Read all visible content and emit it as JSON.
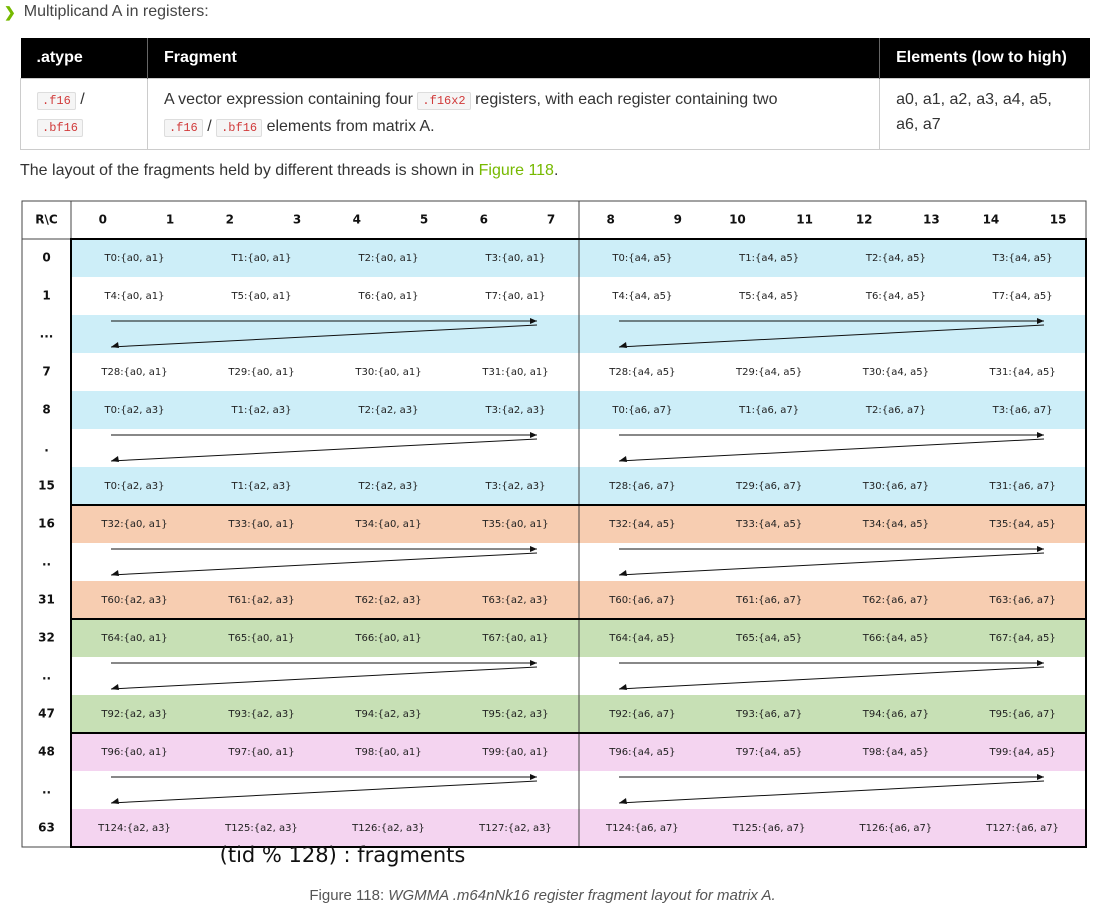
{
  "intro": {
    "chevron": "chevron-right-icon",
    "text": "Multiplicand A in registers:"
  },
  "type_table": {
    "headers": [
      ".atype",
      "Fragment",
      "Elements (low to high)"
    ],
    "row": {
      "atype_a": ".f16",
      "atype_sep": "/",
      "atype_b": ".bf16",
      "frag_1": "A vector expression containing four",
      "frag_code": ".f16x2",
      "frag_2": "registers, with each register containing two",
      "frag_code_a": ".f16",
      "frag_sep": "/",
      "frag_code_b": ".bf16",
      "frag_3": "elements from matrix A.",
      "elements_line1": "a0, a1, a2, a3, a4, a5,",
      "elements_line2": "a6, a7"
    }
  },
  "layout_text": {
    "before": "The layout of the fragments held by different threads is shown in",
    "link": "Figure 118",
    "after": "."
  },
  "grid": {
    "corner": "R\\C",
    "col_labels": [
      "0",
      "1",
      "2",
      "3",
      "4",
      "5",
      "6",
      "7",
      "8",
      "9",
      "10",
      "11",
      "12",
      "13",
      "14",
      "15"
    ],
    "colors": {
      "blue": "#cdeef8",
      "orange": "#f7cdb1",
      "green": "#c7e0b5",
      "pink": "#f4d4f0",
      "white": "#ffffff"
    },
    "rows": [
      {
        "label": "0",
        "color": "blue",
        "cells": [
          "T0:{a0, a1}",
          "T1:{a0, a1}",
          "T2:{a0, a1}",
          "T3:{a0, a1}",
          "T0:{a4, a5}",
          "T1:{a4, a5}",
          "T2:{a4, a5}",
          "T3:{a4, a5}"
        ]
      },
      {
        "label": "1",
        "color": "white",
        "cells": [
          "T4:{a0, a1}",
          "T5:{a0, a1}",
          "T6:{a0, a1}",
          "T7:{a0, a1}",
          "T4:{a4, a5}",
          "T5:{a4, a5}",
          "T6:{a4, a5}",
          "T7:{a4, a5}"
        ]
      },
      {
        "label": "...",
        "color": "blue",
        "cells": []
      },
      {
        "label": "7",
        "color": "white",
        "cells": [
          "T28:{a0, a1}",
          "T29:{a0, a1}",
          "T30:{a0, a1}",
          "T31:{a0, a1}",
          "T28:{a4, a5}",
          "T29:{a4, a5}",
          "T30:{a4, a5}",
          "T31:{a4, a5}"
        ]
      },
      {
        "label": "8",
        "color": "blue",
        "cells": [
          "T0:{a2, a3}",
          "T1:{a2, a3}",
          "T2:{a2, a3}",
          "T3:{a2, a3}",
          "T0:{a6, a7}",
          "T1:{a6, a7}",
          "T2:{a6, a7}",
          "T3:{a6, a7}"
        ]
      },
      {
        "label": ".",
        "color": "white",
        "cells": []
      },
      {
        "label": "15",
        "color": "blue",
        "cells": [
          "T0:{a2, a3}",
          "T1:{a2, a3}",
          "T2:{a2, a3}",
          "T3:{a2, a3}",
          "T28:{a6, a7}",
          "T29:{a6, a7}",
          "T30:{a6, a7}",
          "T31:{a6, a7}"
        ]
      },
      {
        "label": "16",
        "color": "orange",
        "cells": [
          "T32:{a0, a1}",
          "T33:{a0, a1}",
          "T34:{a0, a1}",
          "T35:{a0, a1}",
          "T32:{a4, a5}",
          "T33:{a4, a5}",
          "T34:{a4, a5}",
          "T35:{a4, a5}"
        ]
      },
      {
        "label": "..",
        "color": "white",
        "cells": []
      },
      {
        "label": "31",
        "color": "orange",
        "cells": [
          "T60:{a2, a3}",
          "T61:{a2, a3}",
          "T62:{a2, a3}",
          "T63:{a2, a3}",
          "T60:{a6, a7}",
          "T61:{a6, a7}",
          "T62:{a6, a7}",
          "T63:{a6, a7}"
        ]
      },
      {
        "label": "32",
        "color": "green",
        "cells": [
          "T64:{a0, a1}",
          "T65:{a0, a1}",
          "T66:{a0, a1}",
          "T67:{a0, a1}",
          "T64:{a4, a5}",
          "T65:{a4, a5}",
          "T66:{a4, a5}",
          "T67:{a4, a5}"
        ]
      },
      {
        "label": "..",
        "color": "white",
        "cells": []
      },
      {
        "label": "47",
        "color": "green",
        "cells": [
          "T92:{a2, a3}",
          "T93:{a2, a3}",
          "T94:{a2, a3}",
          "T95:{a2, a3}",
          "T92:{a6, a7}",
          "T93:{a6, a7}",
          "T94:{a6, a7}",
          "T95:{a6, a7}"
        ]
      },
      {
        "label": "48",
        "color": "pink",
        "cells": [
          "T96:{a0, a1}",
          "T97:{a0, a1}",
          "T98:{a0, a1}",
          "T99:{a0, a1}",
          "T96:{a4, a5}",
          "T97:{a4, a5}",
          "T98:{a4, a5}",
          "T99:{a4, a5}"
        ]
      },
      {
        "label": "..",
        "color": "white",
        "cells": []
      },
      {
        "label": "63",
        "color": "pink",
        "cells": [
          "T124:{a2, a3}",
          "T125:{a2, a3}",
          "T126:{a2, a3}",
          "T127:{a2, a3}",
          "T124:{a6, a7}",
          "T125:{a6, a7}",
          "T126:{a6, a7}",
          "T127:{a6, a7}"
        ]
      }
    ],
    "arrow_rows": [
      2,
      5,
      8,
      11,
      14
    ]
  },
  "tid_label": "(tid % 128) : fragments",
  "caption": {
    "prefix": "Figure 118:",
    "title": "WGMMA .m64nNk16 register fragment layout for matrix A."
  }
}
